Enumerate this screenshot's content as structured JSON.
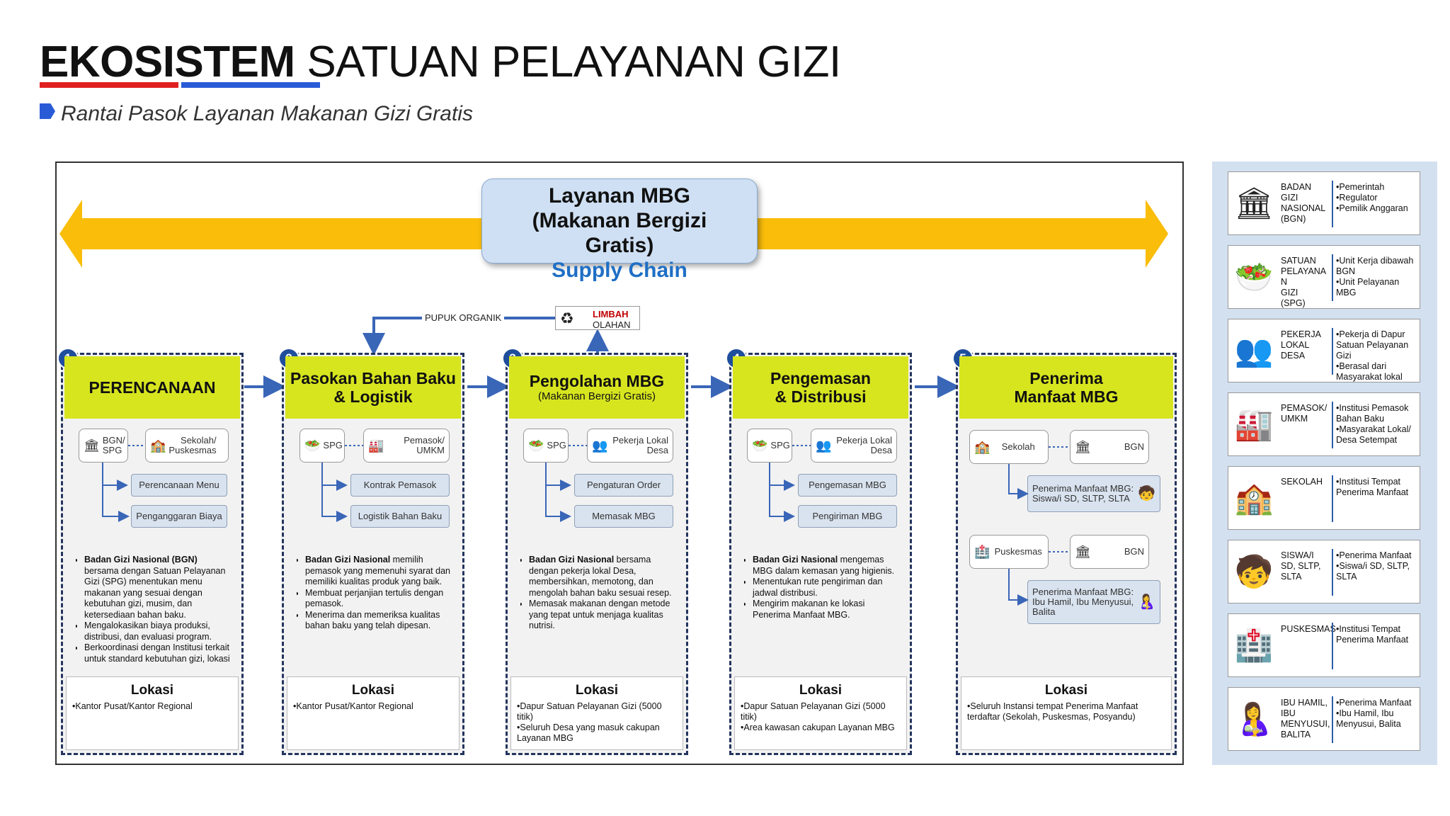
{
  "title": {
    "bold": "EKOSISTEM",
    "rest": " SATUAN PELAYANAN GIZI"
  },
  "colors": {
    "red": "#e02020",
    "blue": "#2a5bd7",
    "arrow": "#f9bd0a",
    "header": "#d7e51f",
    "navy": "#1f4e9c",
    "legend_bg": "#d3e0f0"
  },
  "subtitle": "Rantai Pasok Layanan Makanan Gizi Gratis",
  "banner": {
    "line1": "Layanan MBG",
    "line2": "(Makanan Bergizi",
    "line3": "Gratis)",
    "line4": "Supply Chain"
  },
  "feedback": {
    "pupuk": "PUPUK ORGANIK",
    "limbah": "LIMBAH",
    "olahan": "OLAHAN",
    "limbah_icon": "recycle-icon"
  },
  "columns": [
    {
      "num": "1",
      "title": "PERENCANAAN",
      "subtitle": "",
      "chips": [
        {
          "icon": "bank-icon",
          "text": "BGN/\nSPG"
        },
        {
          "icon": "school-icon",
          "text": "Sekolah/\nPuskesmas"
        }
      ],
      "subs": [
        "Perencanaan Menu",
        "Penganggaran Biaya"
      ],
      "bullets": [
        {
          "bold": "Badan Gizi Nasional (BGN)",
          "text": " bersama dengan Satuan Pelayanan Gizi (SPG) menentukan menu makanan yang sesuai dengan kebutuhan gizi, musim, dan ketersediaan bahan baku."
        },
        {
          "bold": "",
          "text": "Mengalokasikan biaya produksi, distribusi, dan evaluasi program."
        },
        {
          "bold": "",
          "text": "Berkoordinasi dengan Institusi terkait untuk standard kebutuhan gizi, lokasi"
        }
      ],
      "loc_title": "Lokasi",
      "loc": [
        "Kantor Pusat/Kantor Regional"
      ]
    },
    {
      "num": "2",
      "title": "Pasokan Bahan Baku\n& Logistik",
      "subtitle": "",
      "chips": [
        {
          "icon": "spg-icon",
          "text": "SPG"
        },
        {
          "icon": "supplier-icon",
          "text": "Pemasok/\nUMKM"
        }
      ],
      "subs": [
        "Kontrak Pemasok",
        "Logistik Bahan Baku"
      ],
      "bullets": [
        {
          "bold": "Badan Gizi Nasional",
          "text": " memilih pemasok yang memenuhi syarat dan memiliki kualitas produk yang baik."
        },
        {
          "bold": "",
          "text": "Membuat perjanjian tertulis dengan pemasok."
        },
        {
          "bold": "",
          "text": "Menerima dan memeriksa kualitas bahan baku yang telah dipesan."
        }
      ],
      "loc_title": "Lokasi",
      "loc": [
        "Kantor Pusat/Kantor Regional"
      ]
    },
    {
      "num": "3",
      "title": "Pengolahan MBG",
      "subtitle": "(Makanan Bergizi Gratis)",
      "chips": [
        {
          "icon": "spg-icon",
          "text": "SPG"
        },
        {
          "icon": "workers-icon",
          "text": "Pekerja Lokal\nDesa"
        }
      ],
      "subs": [
        "Pengaturan Order",
        "Memasak MBG"
      ],
      "bullets": [
        {
          "bold": "Badan Gizi Nasional",
          "text": " bersama dengan pekerja lokal Desa, membersihkan, memotong, dan mengolah bahan baku sesuai resep."
        },
        {
          "bold": "",
          "text": "Memasak makanan dengan metode yang tepat untuk menjaga kualitas nutrisi."
        }
      ],
      "loc_title": "Lokasi",
      "loc": [
        "Dapur Satuan Pelayanan Gizi (5000 titik)",
        "Seluruh Desa yang masuk cakupan Layanan MBG"
      ]
    },
    {
      "num": "4",
      "title": "Pengemasan\n& Distribusi",
      "subtitle": "",
      "chips": [
        {
          "icon": "spg-icon",
          "text": "SPG"
        },
        {
          "icon": "workers-icon",
          "text": "Pekerja Lokal\nDesa"
        }
      ],
      "subs": [
        "Pengemasan MBG",
        "Pengiriman MBG"
      ],
      "bullets": [
        {
          "bold": "Badan Gizi Nasional",
          "text": " mengemas MBG dalam kemasan yang higienis."
        },
        {
          "bold": "",
          "text": "Menentukan rute pengiriman dan jadwal distribusi."
        },
        {
          "bold": "",
          "text": "Mengirim makanan ke lokasi Penerima Manfaat MBG."
        }
      ],
      "loc_title": "Lokasi",
      "loc": [
        "Dapur Satuan Pelayanan Gizi (5000 titik)",
        "Area kawasan cakupan Layanan MBG"
      ]
    },
    {
      "num": "5",
      "title": "Penerima\nManfaat MBG",
      "subtitle": "",
      "group1": {
        "a": "Sekolah",
        "a_icon": "school-icon",
        "b": "BGN",
        "b_icon": "bank-icon",
        "recv": "Penerima Manfaat MBG:\nSiswa/i SD, SLTP, SLTA",
        "recv_icon": "students-icon"
      },
      "group2": {
        "a": "Puskesmas",
        "a_icon": "hospital-icon",
        "b": "BGN",
        "b_icon": "bank-icon",
        "recv": "Penerima Manfaat MBG:\nIbu Hamil, Ibu Menyusui,\nBalita",
        "recv_icon": "mother-icon"
      },
      "loc_title": "Lokasi",
      "loc": [
        "Seluruh Instansi tempat Penerima Manfaat terdaftar (Sekolah, Puskesmas, Posyandu)"
      ]
    }
  ],
  "legend": [
    {
      "icon": "bank-icon",
      "glyph": "🏛",
      "name": "BADAN\nGIZI\nNASIONAL\n(BGN)",
      "desc": [
        "Pemerintah",
        "Regulator",
        "Pemilik Anggaran"
      ]
    },
    {
      "icon": "spg-icon",
      "glyph": "🥗",
      "name": "SATUAN\nPELAYANA\nN\nGIZI\n(SPG)",
      "desc": [
        "Unit Kerja dibawah BGN",
        "Unit Pelayanan MBG"
      ]
    },
    {
      "icon": "workers-icon",
      "glyph": "👥",
      "name": "PEKERJA\nLOKAL\nDESA",
      "desc": [
        "Pekerja di Dapur Satuan Pelayanan Gizi",
        "Berasal dari Masyarakat lokal"
      ]
    },
    {
      "icon": "supplier-icon",
      "glyph": "🏭",
      "name": "PEMASOK/\nUMKM",
      "desc": [
        "Institusi Pemasok Bahan Baku",
        "Masyarakat Lokal/ Desa Setempat"
      ]
    },
    {
      "icon": "school-icon",
      "glyph": "🏫",
      "name": "SEKOLAH",
      "desc": [
        "Institusi Tempat Penerima Manfaat"
      ]
    },
    {
      "icon": "students-icon",
      "glyph": "🧒",
      "name": "SISWA/I\nSD, SLTP,\nSLTA",
      "desc": [
        "Penerima Manfaat",
        "Siswa/i SD, SLTP, SLTA"
      ]
    },
    {
      "icon": "hospital-icon",
      "glyph": "🏥",
      "name": "PUSKESMAS",
      "desc": [
        "Institusi Tempat Penerima Manfaat"
      ]
    },
    {
      "icon": "mother-icon",
      "glyph": "🤱",
      "name": "IBU HAMIL,\nIBU\nMENYUSUI,\nBALITA",
      "desc": [
        "Penerima Manfaat",
        "Ibu Hamil, Ibu Menyusui, Balita"
      ]
    }
  ]
}
